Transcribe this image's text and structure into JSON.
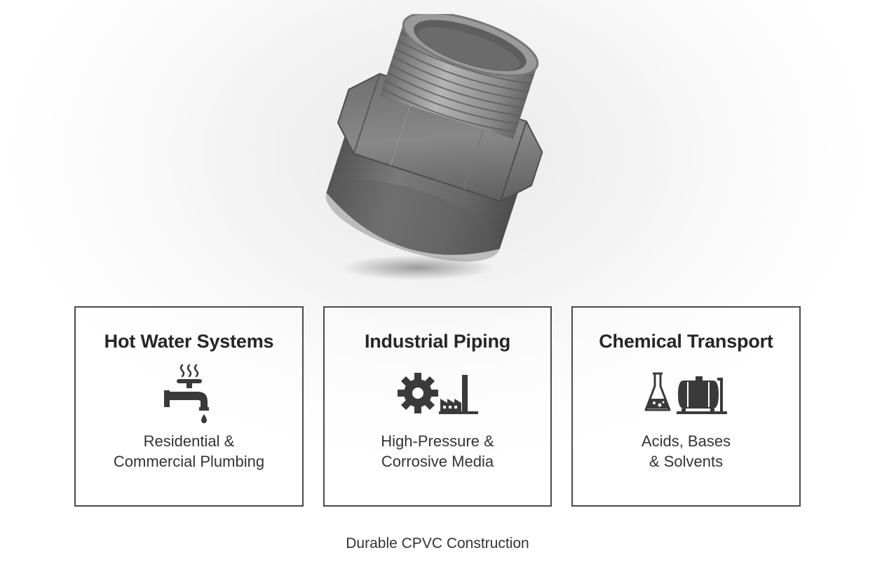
{
  "cards": [
    {
      "title": "Hot Water Systems",
      "icon": "hot-water-faucet-icon",
      "desc_line1": "Residential &",
      "desc_line2": "Commercial Plumbing"
    },
    {
      "title": "Industrial Piping",
      "icon": "gear-factory-icon",
      "desc_line1": "High-Pressure &",
      "desc_line2": "Corrosive Media"
    },
    {
      "title": "Chemical Transport",
      "icon": "flask-tank-icon",
      "desc_line1": "Acids, Bases",
      "desc_line2": "& Solvents"
    }
  ],
  "footer": "Durable CPVC Construction",
  "colors": {
    "border": "#4a4a4a",
    "text": "#2b2b2b",
    "icon": "#3a3a3a",
    "product": "#6e6e6e"
  }
}
